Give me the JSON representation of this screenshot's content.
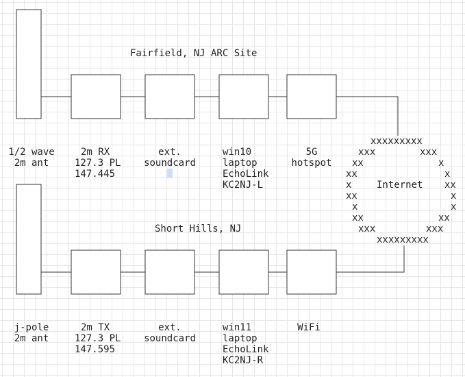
{
  "top_site": {
    "title": "Fairfield, NJ ARC Site",
    "antenna": [
      "1/2 wave",
      "2m ant"
    ],
    "radio": [
      "2m RX",
      "127.3 PL",
      "147.445"
    ],
    "soundcard": [
      "ext.",
      "soundcard"
    ],
    "computer": [
      "win10",
      "laptop",
      "EchoLink",
      "KC2NJ-L"
    ],
    "network": [
      "5G",
      "hotspot"
    ]
  },
  "bottom_site": {
    "title": "Short Hills, NJ",
    "antenna": [
      "j-pole",
      "2m ant"
    ],
    "radio": [
      "2m TX",
      "127.3 PL",
      "147.595"
    ],
    "soundcard": [
      "ext.",
      "soundcard"
    ],
    "computer": [
      "win11",
      "laptop",
      "EchoLink",
      "KC2NJ-R"
    ],
    "network": [
      "WiFi"
    ]
  },
  "cloud": {
    "label": "Internet",
    "rows": [
      "xxxxxxxxx",
      "xxx",
      "xxx",
      "xx",
      "x",
      "xx",
      "x",
      "x",
      "xx",
      "xx",
      "x",
      "x",
      "x",
      "xx",
      "xx",
      "xxx",
      "xxx",
      "xxxxxxxxx"
    ]
  },
  "colors": {
    "stroke": "#333333",
    "grid": "#e6e6e6",
    "text": "#222222",
    "cursor": "#cfe0f5"
  }
}
